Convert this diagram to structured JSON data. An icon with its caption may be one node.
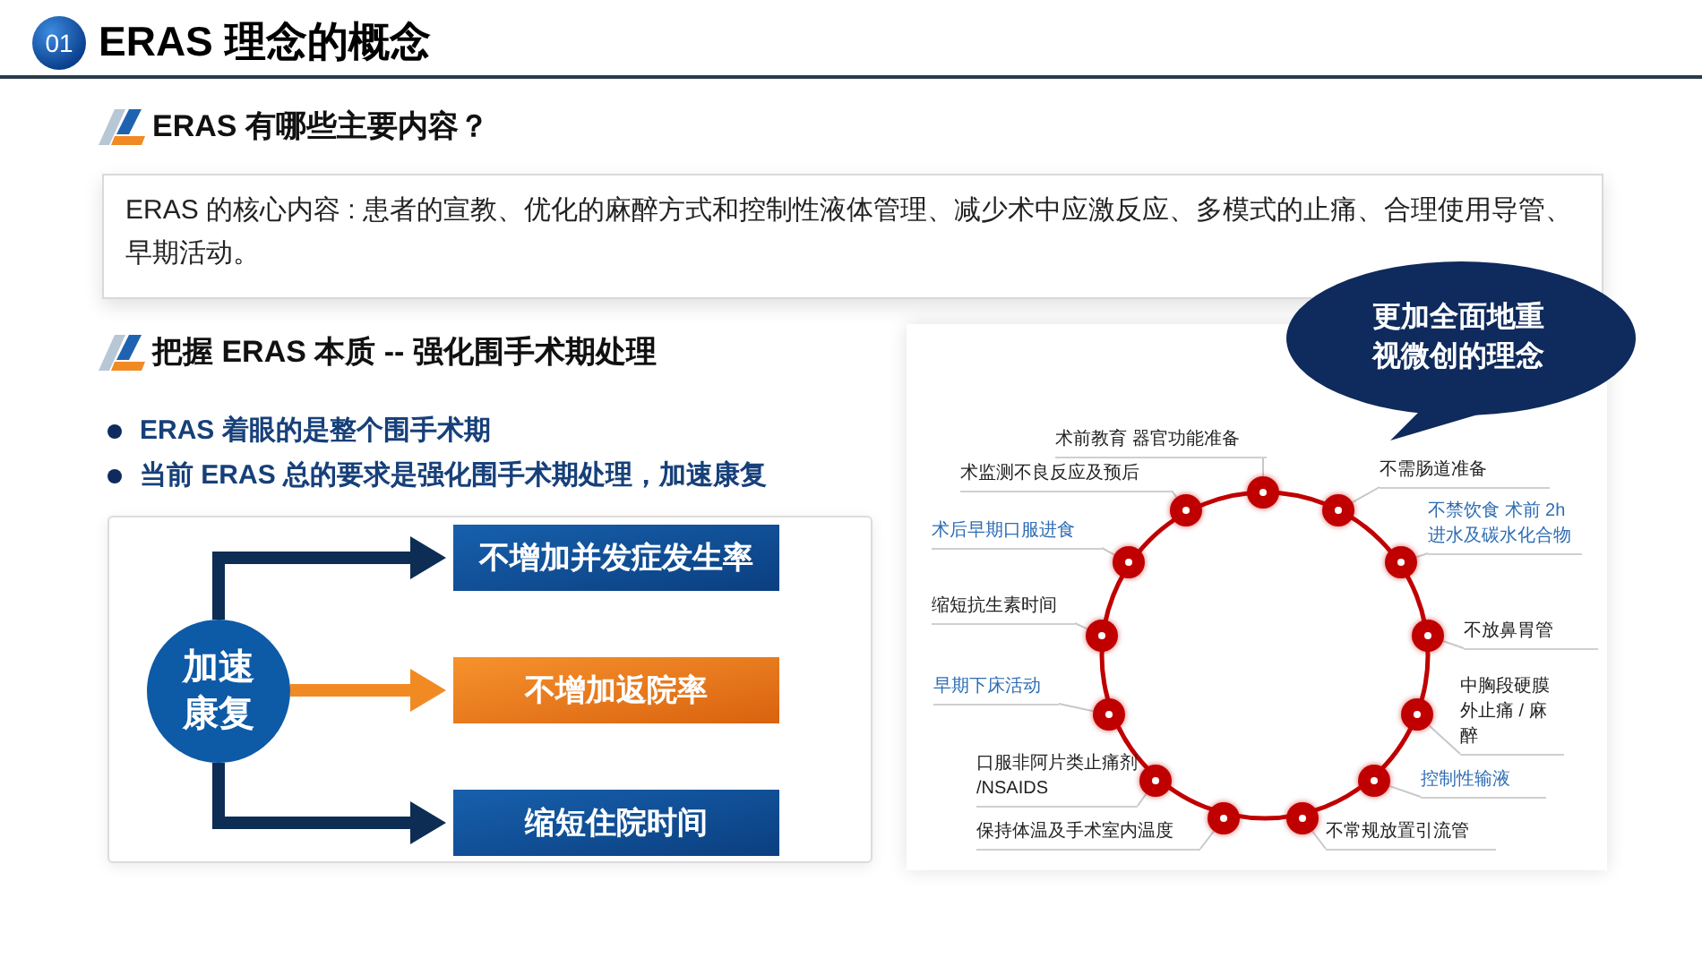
{
  "diagram": {
    "title": "ERAS 理念的概念",
    "nodes": [
      {
        "text": [
          "ERAS 的核心内容 : 患者的宣教、优化的麻醉方式和控制性液体管理、减少术中应激反应、多模式的止痛、合理使用导管、早期活动。"
        ]
      },
      {
        "text": [
          "加速康复"
        ]
      },
      {
        "text": [
          "不增加并发症发生率"
        ]
      },
      {
        "text": [
          "不增加返院率"
        ]
      },
      {
        "text": [
          "缩短住院时间"
        ]
      },
      {
        "text": [
          "更加全面地重视**微创**的理念"
        ]
      },
      {
        "text": [
          "术前教育 器官功能准备"
        ]
      },
      {
        "text": [
          "术监测不良反应及预后"
        ]
      },
      {
        "text": [
          "不需肠道准备"
        ]
      },
      {
        "text": [
          "术后早期口服进食"
        ]
      },
      {
        "text": [
          "不禁饮食 术前 2h 进水及碳水化合物"
        ]
      },
      {
        "text": [
          "缩短抗生素时间"
        ]
      },
      {
        "text": [
          "不放鼻胃管"
        ]
      },
      {
        "text": [
          "早期下床活动"
        ]
      },
      {
        "text": [
          "中胸段硬膜外止痛 / 麻醉"
        ]
      },
      {
        "text": [
          "口服非阿片类止痛剂 /NSAIDS"
        ]
      },
      {
        "text": [
          "控制性输液"
        ]
      },
      {
        "text": [
          "保持体温及手术室内温度"
        ]
      },
      {
        "text": [
          "不常规放置引流管"
        ]
      },
      {
        "text": [],
        "shape": "circle"
      },
      {
        "text": [],
        "shape": "circle"
      },
      {
        "text": [],
        "shape": "circle"
      },
      {
        "text": [],
        "shape": "circle"
      },
      {
        "text": [],
        "shape": "circle"
      },
      {
        "text": [],
        "shape": "circle"
      },
      {
        "text": [],
        "shape": "circle"
      },
      {
        "text": [],
        "shape": "circle"
      },
      {
        "text": [],
        "shape": "circle"
      },
      {
        "text": [],
        "shape": "circle"
      },
      {
        "text": [],
        "shape": "circle"
      },
      {
        "text": [],
        "shape": "circle"
      },
      {
        "text": [],
        "shape": "circle"
      }
    ],
    "edges": [
      {
        "from": 1,
        "to": 2,
        "arrow": "to",
        "style": "thick",
        "color": "#0d2d55"
      },
      {
        "from": 1,
        "to": 3,
        "arrow": "to",
        "style": "thick",
        "color": "#f28a24"
      },
      {
        "from": 1,
        "to": 4,
        "arrow": "to",
        "style": "thick",
        "color": "#0d2d55"
      },
      {
        "from": 6,
        "to": 19,
        "arrow": "none"
      },
      {
        "from": 7,
        "to": 20,
        "arrow": "none"
      },
      {
        "from": 8,
        "to": 21,
        "arrow": "none"
      },
      {
        "from": 9,
        "to": 22,
        "arrow": "none"
      },
      {
        "from": 10,
        "to": 23,
        "arrow": "none"
      },
      {
        "from": 11,
        "to": 24,
        "arrow": "none"
      },
      {
        "from": 12,
        "to": 25,
        "arrow": "none"
      },
      {
        "from": 13,
        "to": 26,
        "arrow": "none"
      },
      {
        "from": 14,
        "to": 27,
        "arrow": "none"
      },
      {
        "from": 15,
        "to": 28,
        "arrow": "none"
      },
      {
        "from": 16,
        "to": 29,
        "arrow": "none"
      },
      {
        "from": 17,
        "to": 30,
        "arrow": "none"
      },
      {
        "from": 18,
        "to": 31,
        "arrow": "none"
      }
    ],
    "labels": [
      "01",
      "ERAS 有哪些主要内容？",
      "把握 ERAS 本质 -- 强化围手术期处理",
      "ERAS 着眼的是整个围手术期",
      "当前 ERAS 总的要求是强化围手术期处理，加速康复"
    ]
  }
}
